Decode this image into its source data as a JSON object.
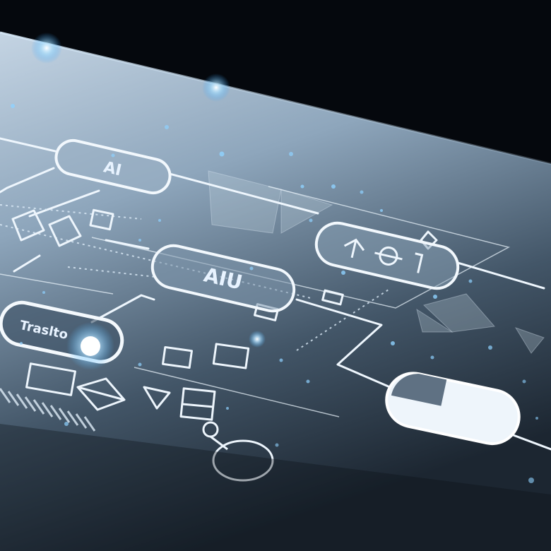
{
  "scene": {
    "description_tags": [
      "glass-panel",
      "flowchart",
      "glowing-nodes",
      "bokeh-particles"
    ],
    "nodes": [
      {
        "id": "ai",
        "label": "AI"
      },
      {
        "id": "aiu",
        "label": "AIU"
      },
      {
        "id": "transition",
        "label": "Traslto"
      },
      {
        "id": "symbol",
        "label": ""
      },
      {
        "id": "toggle",
        "label": ""
      }
    ]
  },
  "colors": {
    "background": "#05080d",
    "panel_top": "#a9bdd0",
    "panel_bottom": "#23303e",
    "line": "#e6f1fb",
    "glow": "#8fd2ff",
    "pill_fill": "#7f97ad"
  }
}
